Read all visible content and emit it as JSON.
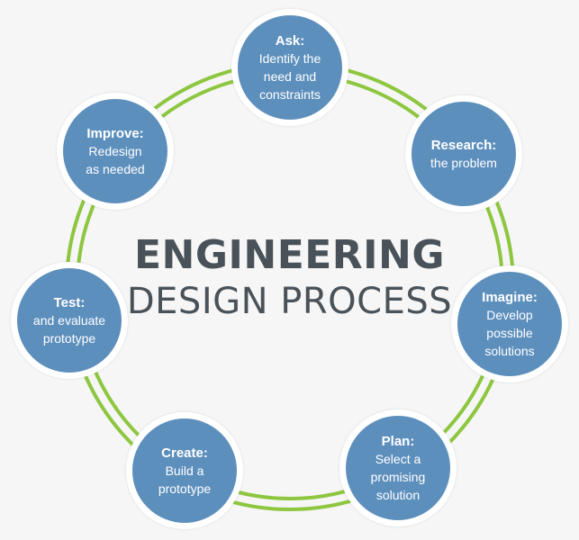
{
  "diagram": {
    "title": "ENGINEERING",
    "subtitle": "DESIGN PROCESS",
    "colors": {
      "node_fill": "#5d8fbd",
      "node_border": "#ffffff",
      "ring": "#8dc63f",
      "text_dark": "#4a5259",
      "background": "#f6f6f6"
    },
    "steps": [
      {
        "title": "Ask:",
        "desc": "Identify the\nneed and\nconstraints"
      },
      {
        "title": "Research:",
        "desc": "the problem"
      },
      {
        "title": "Imagine:",
        "desc": "Develop\npossible\nsolutions"
      },
      {
        "title": "Plan:",
        "desc": "Select a\npromising\nsolution"
      },
      {
        "title": "Create:",
        "desc": "Build a\nprototype"
      },
      {
        "title": "Test:",
        "desc": "and evaluate\nprototype"
      },
      {
        "title": "Improve:",
        "desc": "Redesign\nas needed"
      }
    ]
  }
}
